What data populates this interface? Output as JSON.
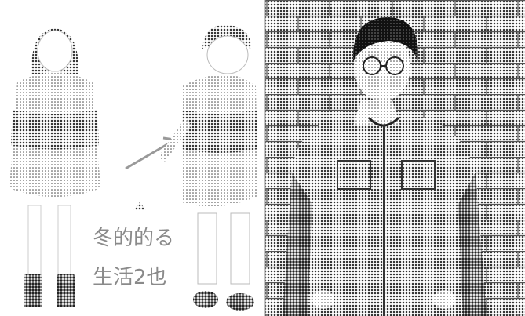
{
  "image": {
    "panels": [
      {
        "name": "illustration-panel",
        "description_visible_text": ""
      },
      {
        "name": "photo-panel"
      }
    ],
    "illustration_text": {
      "line1": "冬的的る",
      "line2": "生活2也"
    },
    "colors": {
      "paper": "#ffffff",
      "ink": "#222222",
      "halftone_light": "#cfcfcf",
      "halftone_mid": "#9a9a9a",
      "halftone_dark": "#5a5a5a",
      "photo_bg": "#d8d8d8"
    }
  }
}
